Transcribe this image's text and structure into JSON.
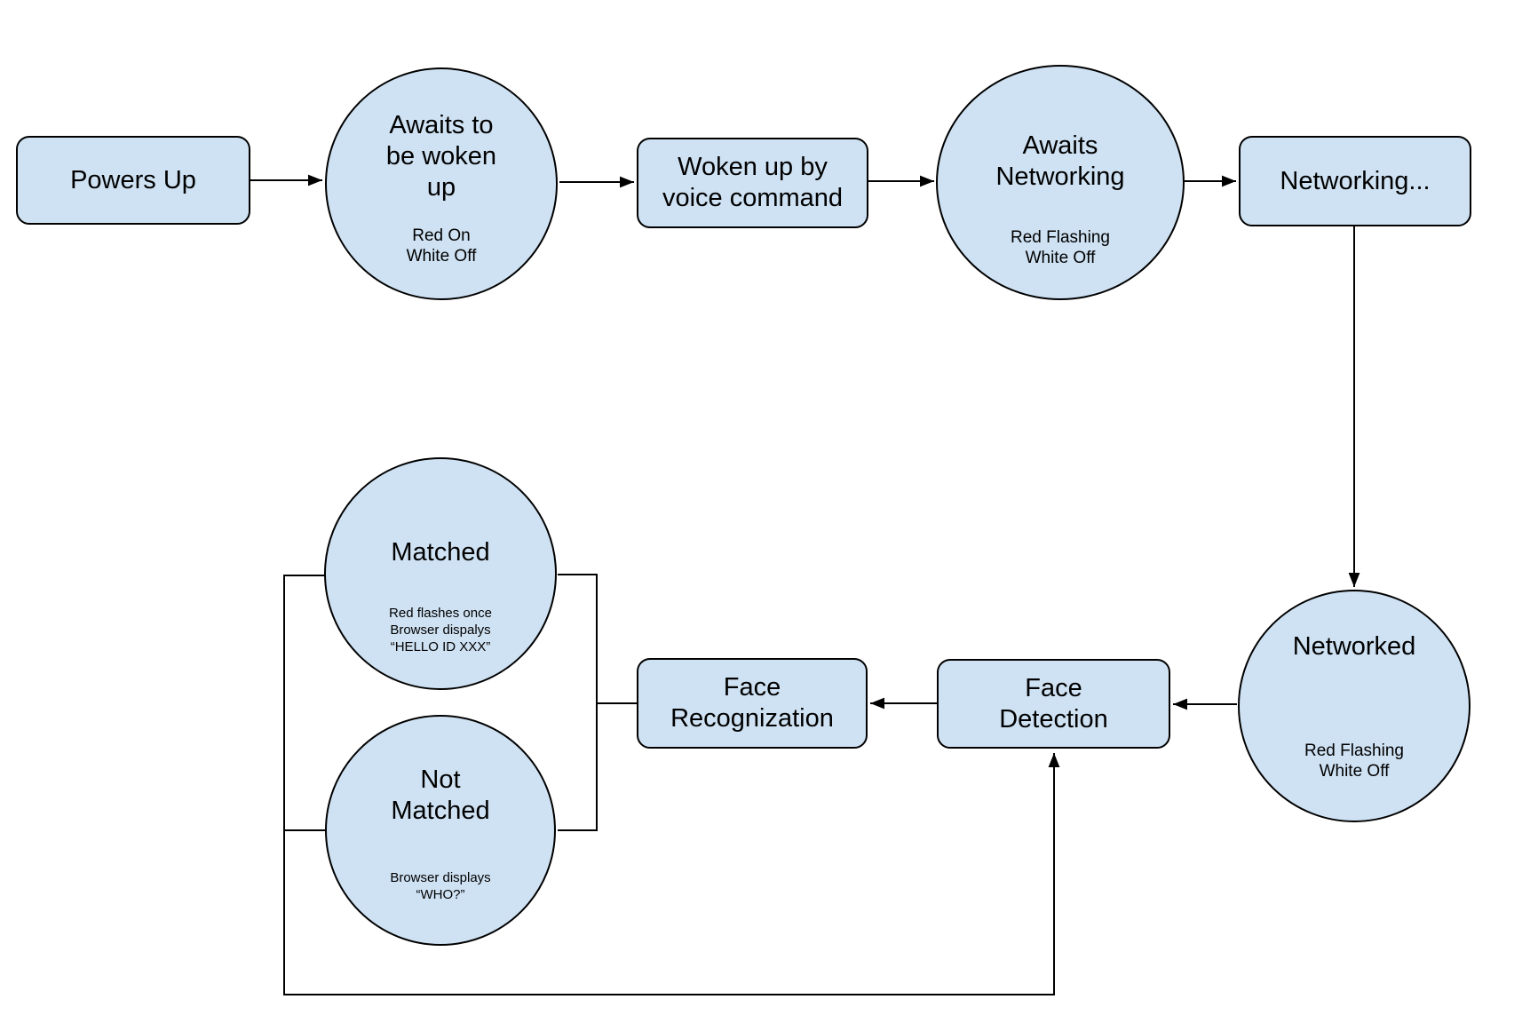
{
  "nodes": {
    "powers_up": {
      "label": "Powers Up"
    },
    "awaits_wake": {
      "label": "Awaits to\nbe woken\nup",
      "sublabel": "Red On\nWhite Off"
    },
    "woken": {
      "label": "Woken up by\nvoice command"
    },
    "awaits_networking": {
      "label": "Awaits\nNetworking",
      "sublabel": "Red Flashing\nWhite Off"
    },
    "networking": {
      "label": "Networking..."
    },
    "networked": {
      "label": "Networked",
      "sublabel": "Red Flashing\nWhite Off"
    },
    "face_detection": {
      "label": "Face\nDetection"
    },
    "face_recognization": {
      "label": "Face\nRecognization"
    },
    "matched": {
      "label": "Matched",
      "sublabel": "Red flashes once\nBrowser dispalys\n“HELLO ID XXX”"
    },
    "not_matched": {
      "label": "Not\nMatched",
      "sublabel": "Browser displays\n“WHO?”"
    }
  },
  "colors": {
    "node_fill": "#cfe2f3",
    "node_stroke": "#000000",
    "edge_color": "#000000",
    "text_color": "#000000",
    "background": "#ffffff"
  }
}
